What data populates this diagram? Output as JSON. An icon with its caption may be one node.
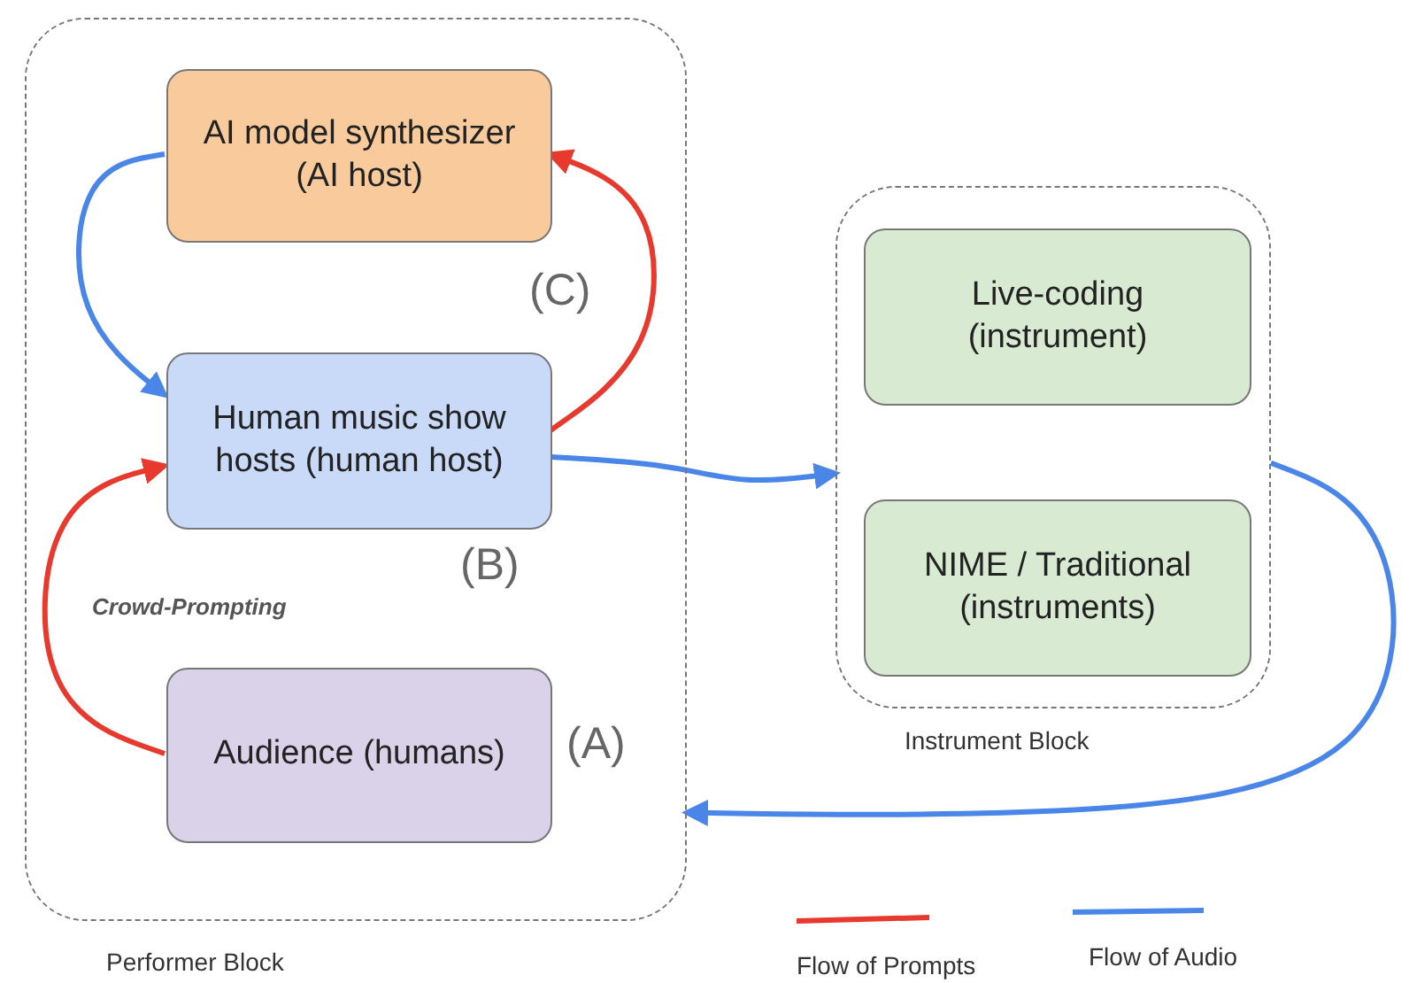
{
  "diagram": {
    "nodes": [
      {
        "text": [
          "Performer Block"
        ]
      },
      {
        "text": [
          "AI model synthesizer (AI host)"
        ],
        "in": 0,
        "beside": [
          "(C)"
        ]
      },
      {
        "text": [
          "Human music show hosts (human host)"
        ],
        "in": 0,
        "beside": [
          "(B)"
        ]
      },
      {
        "text": [
          "Audience (humans)"
        ],
        "in": 0,
        "beside": [
          "(A)"
        ]
      },
      {
        "text": [
          "Instrument Block"
        ]
      },
      {
        "text": [
          "Live-coding (instrument)"
        ],
        "in": 4
      },
      {
        "text": [
          "NIME / Traditional (instruments)"
        ],
        "in": 4
      }
    ],
    "edges": [
      {
        "from": 1,
        "to": 2,
        "arrow": "to"
      },
      {
        "from": 2,
        "to": 1,
        "arrow": "to",
        "color": "#e8392e"
      },
      {
        "from": 3,
        "to": 2,
        "arrow": "to",
        "color": "#e8392e"
      },
      {
        "from": 2,
        "to": 4,
        "arrow": "to"
      },
      {
        "from": 4,
        "to": 0,
        "arrow": "to"
      }
    ],
    "labels": [
      "Crowd-Prompting"
    ],
    "legend": [
      {
        "text": "Flow of Prompts"
      },
      {
        "text": "Flow of Audio"
      }
    ]
  }
}
